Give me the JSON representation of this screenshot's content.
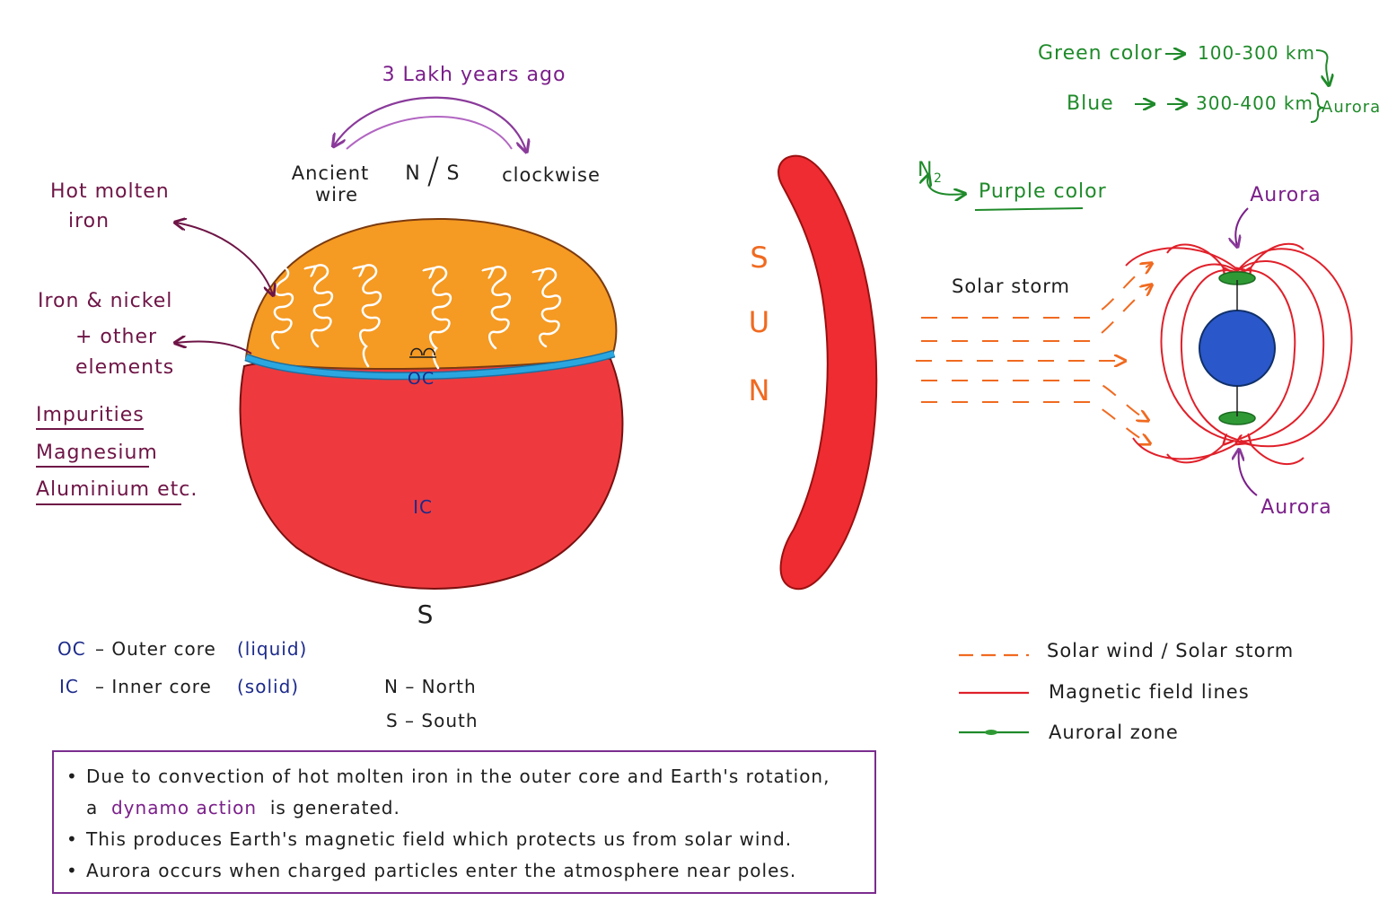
{
  "earth_section": {
    "top_label": "3 Lakh years ago",
    "ancient_wire_line1": "Ancient",
    "ancient_wire_line2": "wire",
    "pole_n": "N",
    "pole_slash": "/",
    "pole_s": "S",
    "clockwise": "clockwise",
    "hot_molten_line1": "Hot molten",
    "hot_molten_line2": "iron",
    "iron_nickel_line1": "Iron & nickel",
    "iron_nickel_line2": "+ other",
    "iron_nickel_line3": "elements",
    "impurities": "Impurities",
    "magnesium": "Magnesium",
    "aluminium": "Aluminium etc.",
    "oc_label": "OC",
    "ic_label": "IC",
    "bottom_s": "S"
  },
  "sun": {
    "letters": [
      "S",
      "U",
      "N"
    ]
  },
  "aurora_section": {
    "green_color": "Green color",
    "green_range": "100-300 km",
    "blue": "Blue",
    "blue_range": "300-400 km",
    "aurora_brace": "Aurora",
    "n2": "N",
    "n2_sub": "2",
    "purple_color": "Purple color",
    "aurora_top": "Aurora",
    "aurora_bottom": "Aurora",
    "solar_storm": "Solar storm"
  },
  "key_left": {
    "oc_abbr": "OC",
    "oc_text": "– Outer core",
    "oc_state": "(liquid)",
    "ic_abbr": "IC",
    "ic_text": "– Inner core",
    "ic_state": "(solid)",
    "n_text": "N – North",
    "s_text": "S – South"
  },
  "legend": [
    {
      "label": "Solar wind / Solar storm",
      "color": "#f06a20",
      "style": "dashed"
    },
    {
      "label": "Magnetic field lines",
      "color": "#e0202a",
      "style": "solid"
    },
    {
      "label": "Auroral zone",
      "color": "#1f8a2a",
      "style": "solid"
    }
  ],
  "notes": {
    "line1_a": "Due to convection of hot molten iron in the outer core and Earth's rotation,",
    "line2_a": "a",
    "line2_hl": "dynamo action",
    "line2_b": "is generated.",
    "line3": "This produces Earth's magnetic field which protects us from solar wind.",
    "line4": "Aurora occurs when charged particles enter the atmosphere near poles."
  },
  "colors": {
    "outer_core": "#f59a22",
    "inner_core": "#ee3a3e",
    "boundary": "#2aa7e0",
    "sun": "#ee2c32",
    "earth_blue": "#2a57c9",
    "aurora_green": "#2f9a35"
  }
}
